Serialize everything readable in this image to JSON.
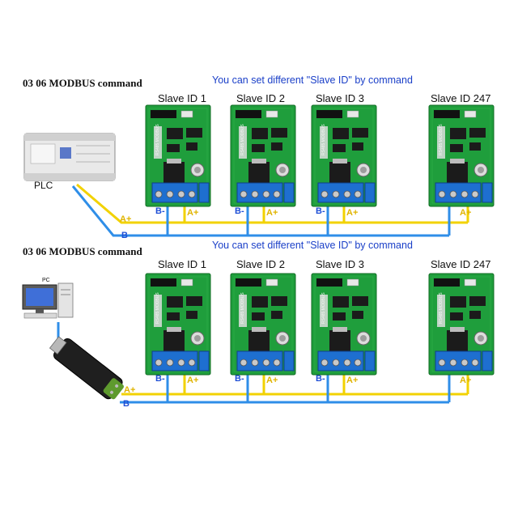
{
  "section1": {
    "command": "03 06 MODBUS command",
    "note": "You can set different \"Slave ID\" by command",
    "slaves": [
      "Slave ID 1",
      "Slave ID 2",
      "Slave ID 3",
      "Slave ID 247"
    ],
    "master_label": "PLC",
    "master_icon": "plc-icon"
  },
  "section2": {
    "command": "03 06 MODBUS command",
    "note": "You can set different \"Slave ID\" by command",
    "slaves": [
      "Slave ID 1",
      "Slave ID 2",
      "Slave ID 3",
      "Slave ID 247"
    ],
    "master_label": "PC",
    "master_icon": "pc-icon",
    "adapter_icon": "usb-rs485-adapter-icon"
  },
  "terminals": {
    "b": "B-",
    "a": "A+",
    "bus_a": "A+",
    "bus_b": "B"
  },
  "colors": {
    "board": "#1f9e3c",
    "board_dark": "#137a2a",
    "terminal": "#1e6fd0",
    "wire_a": "#f2d200",
    "wire_b": "#2f8ee8",
    "note_text": "#1a3fc8"
  }
}
